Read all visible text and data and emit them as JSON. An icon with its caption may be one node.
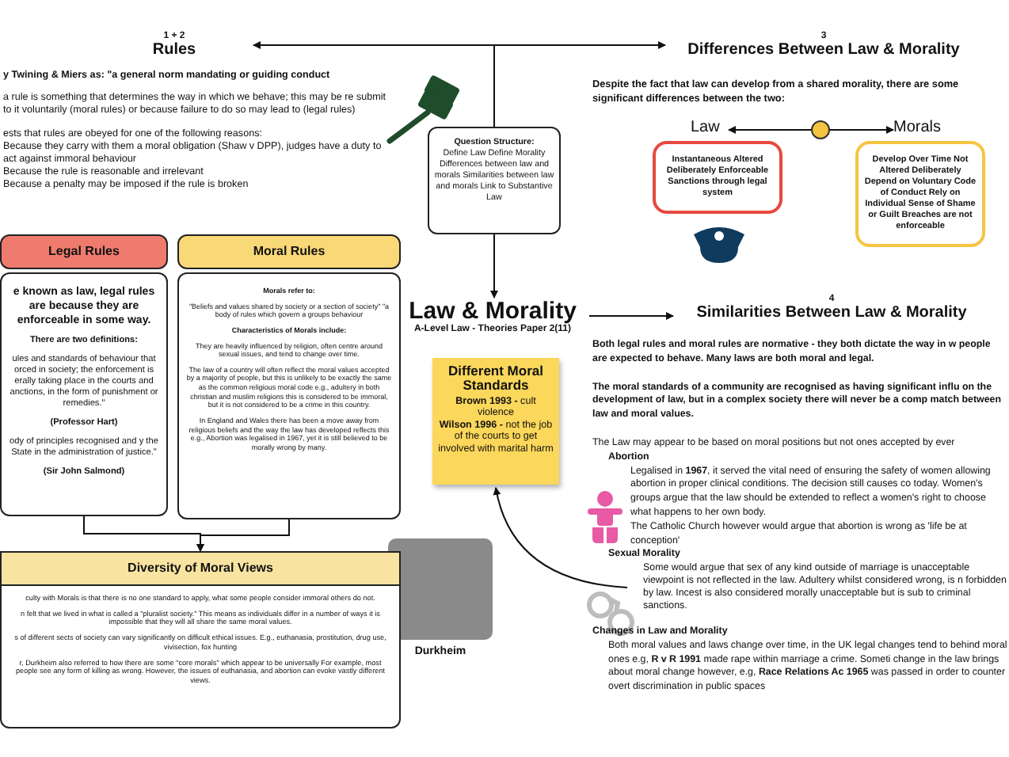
{
  "diagram": {
    "nodes": [
      {
        "text": [
          "1 + 2",
          "Rules"
        ]
      },
      {
        "text": [
          "Question Structure:",
          "Define Law Define Morality Differences between law and morals Similarities between law and morals Link to Substantive Law"
        ]
      },
      {
        "text": [
          "3",
          "Differences Between Law & Morality"
        ]
      },
      {
        "text": [
          "Law & Morality",
          "A-Level Law - Theories Paper 2(11)"
        ]
      },
      {
        "text": [
          "4",
          "Similarities Between Law & Morality"
        ]
      },
      {
        "text": [
          "Legal Rules",
          "e known as law, legal rules are because they are enforceable in some way.",
          "There are two definitions:",
          "ules and standards of behaviour that orced in society; the enforcement is erally taking place in the courts and anctions, in the form of punishment or remedies.\"",
          "(Professor Hart)",
          "ody of principles recognised and y the State in the administration of justice.\"",
          "(Sir John Salmond)"
        ]
      },
      {
        "text": [
          "Moral Rules",
          "Morals refer to:",
          "\"Beliefs and values shared by society or a section of society\" \"a body of rules which govern a groups  behaviour",
          "Characteristics of Morals include:",
          "They are heavily influenced by religion, often centre around sexual issues, and tend to change over time.",
          "The law of a country will often reflect the moral values accepted by a majority of people, but this is unlikely to be exactly the same as the common religious moral code e.g., adultery in both christian and muslim religions this is considered to be immoral, but it is not considered to be a crime in this country.",
          "In England and Wales there has been a move away from religious beliefs and the way the law has developed reflects this e.g., Abortion was legalised in 1967, yet it is still believed to be morally wrong by many."
        ]
      },
      {
        "text": [
          "Different Moral Standards",
          "**Brown 1993 -** cult violence",
          "**Wilson 1996 -** not the job of the courts to get involved with marital harm"
        ]
      },
      {
        "text": [],
        "shape": "box",
        "beside": [
          "Durkheim"
        ]
      },
      {
        "text": [
          "Diversity of Moral Views",
          "culty with Morals is that there is no one standard to apply, what some people consider immoral others do not.",
          "n felt that we lived in what is called a \"pluralist society.\" This means as individuals differ in a number of ways it is impossible that they will all share the same moral values.",
          "s of different sects of society can vary significantly on difficult ethical issues. E.g., euthanasia, prostitution, drug use, vivisection, fox hunting",
          "r, Durkheim also referred to how there are some \"core morals\" which appear to be universally For example, most people see any form of killing as wrong. However, the issues of euthanasia, and abortion can evoke vastly different views."
        ]
      },
      {
        "text": [
          "Law"
        ]
      },
      {
        "text": [],
        "shape": "circle"
      },
      {
        "text": [
          "Morals"
        ]
      },
      {
        "text": [
          "Instantaneous Altered Deliberately Enforceable Sanctions through legal system"
        ]
      },
      {
        "text": [
          "Develop Over Time Not Altered Deliberately Depend on Voluntary Code of Conduct Rely on Individual Sense of Shame or Guilt Breaches are not enforceable"
        ]
      },
      {
        "text": [
          "Some would argue that sex of any kind outside of marriage is unacceptable viewpoint is not reflected in the law. Adultery whilst considered wrong, is n forbidden by law. Incest is also considered morally unacceptable but is sub to criminal sanctions."
        ]
      }
    ],
    "edges": [
      {
        "from": 1,
        "to": 0,
        "arrow": "to"
      },
      {
        "from": 1,
        "to": 2,
        "arrow": "to"
      },
      {
        "from": 1,
        "to": 3,
        "arrow": "to"
      },
      {
        "from": 3,
        "to": 4,
        "arrow": "to"
      },
      {
        "from": 5,
        "to": 9,
        "arrow": "to"
      },
      {
        "from": 6,
        "to": 9,
        "arrow": "to"
      },
      {
        "from": 11,
        "to": 10,
        "arrow": "to"
      },
      {
        "from": 11,
        "to": 12,
        "arrow": "to"
      },
      {
        "from": 15,
        "to": 7,
        "arrow": "to"
      }
    ],
    "labels": [
      "y Twining & Miers as: \"a general norm mandating or guiding conduct",
      "a rule is something that determines the way in which we behave; this may be re submit to it voluntarily (moral rules) or because failure to do so may lead to (legal rules)",
      "ests that rules are obeyed for one of the following reasons:",
      "Because they carry with them a moral obligation (Shaw v DPP), judges have a duty to act against immoral behaviour",
      "Because the rule is reasonable and irrelevant",
      "Because a penalty may be imposed if the rule is broken",
      "Despite the fact that law can develop from a shared morality, there are some significant differences between the two:",
      "Both legal rules and moral rules are normative - they both dictate the way in w people are expected to behave. Many laws are both moral and legal.",
      "The moral standards of a community are recognised as having significant influ on the development of law, but in a complex society there will never be a comp match between law and moral values.",
      "The Law may appear to be based on moral positions but not ones accepted by ever",
      "Abortion",
      "Legalised in **1967**, it served the vital need of ensuring the safety of women allowing abortion in proper clinical conditions. The decision still causes co today. Women's groups argue that the law should be extended to reflect a women's right to choose what happens to her own body.",
      "The Catholic Church however would argue that abortion is wrong as 'life be at conception'",
      "Sexual Morality",
      "Changes in Law and Morality",
      "Both moral values and laws change over time, in the UK legal changes tend to behind moral ones e.g, **R v R 1991** made rape within marriage a crime. Someti change in the law brings about moral change however, e.g, **Race Relations Ac 1965** was passed in order to counter overt discrimination in public spaces"
    ]
  }
}
